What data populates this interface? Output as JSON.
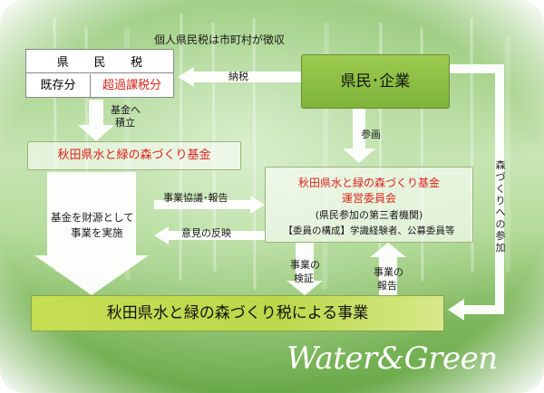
{
  "top_note": "個人県民税は市町村が徴収",
  "kenminzei": {
    "title_chars": [
      "県",
      "民",
      "税"
    ],
    "existing": "既存分",
    "excess": "超過課税分"
  },
  "kenmin_kigyo": "県民･企業",
  "nozei": "納税",
  "kikin_tsumitate": [
    "基金へ",
    "積立"
  ],
  "sankaku": "参画",
  "kikin": "秋田県水と緑の森づくり基金",
  "committee": {
    "line1": "秋田県水と緑の森づくり基金",
    "line2": "運営委員会",
    "line3": "(県民参加の第三者機関)",
    "line4": "【委員の構成】学識経験者、公募委員等"
  },
  "jigyo_kyogi": "事業協議･報告",
  "iken_hanei": "意見の反映",
  "zaigen": [
    "基金を財源として",
    "事業を実施"
  ],
  "jigyo_kensho": [
    "事業の",
    "検証"
  ],
  "jigyo_hokoku": [
    "事業の",
    "報告"
  ],
  "mori_sanka": [
    "森",
    "づ",
    "く",
    "り",
    "へ",
    "の",
    "参",
    "加"
  ],
  "bottom_bar": "秋田県水と緑の森づくり税による事業",
  "logo_text": "Water&Green",
  "colors": {
    "excess_red": "#d8231a",
    "kikin_red": "#d8231a",
    "bar_green": "#bcd84a"
  }
}
